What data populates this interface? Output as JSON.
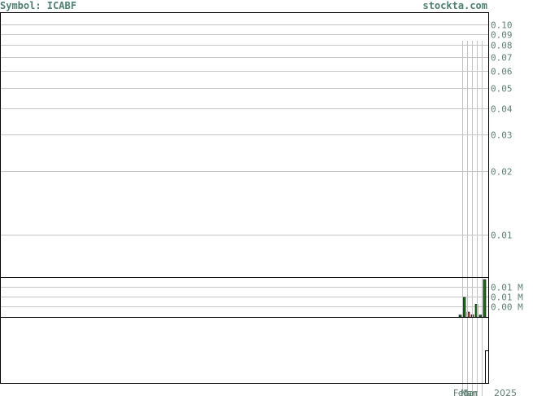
{
  "header": {
    "symbol_text": "Symbol: ICABF",
    "site": "stockta.com"
  },
  "colors": {
    "header_text": "#4e7f71",
    "axis_label": "#5f7f73",
    "grid": "#c4c4c4",
    "frame": "#000000",
    "volume_up": "#1a6e1a",
    "volume_down": "#cc2222"
  },
  "chart_data": [
    {
      "type": "line",
      "title": "",
      "yscale": "log",
      "y_ticks": [
        "0.10",
        "0.09",
        "0.08",
        "0.07",
        "0.06",
        "0.05",
        "0.04",
        "0.03",
        "0.02",
        "0.01"
      ],
      "y_tick_values": [
        0.1,
        0.09,
        0.08,
        0.07,
        0.06,
        0.05,
        0.04,
        0.03,
        0.02,
        0.01
      ],
      "ylim": [
        0.0063,
        0.113
      ],
      "series": []
    },
    {
      "type": "bar",
      "title": "",
      "y_ticks": [
        "0.01 M",
        "0.01 M",
        "0.00 M"
      ],
      "y_tick_values": [
        0.0125,
        0.0083,
        0.0042
      ],
      "ylim": [
        0,
        0.016
      ],
      "values": [
        0.0008,
        0.008,
        0.002,
        0.0009,
        0.0052,
        0.0008,
        0.0153
      ],
      "direction": [
        "up",
        "up",
        "down",
        "up",
        "up",
        "up",
        "up"
      ]
    }
  ],
  "x_axis": {
    "labels": [
      "Feb",
      "Mar",
      "Jan",
      "2025"
    ]
  }
}
